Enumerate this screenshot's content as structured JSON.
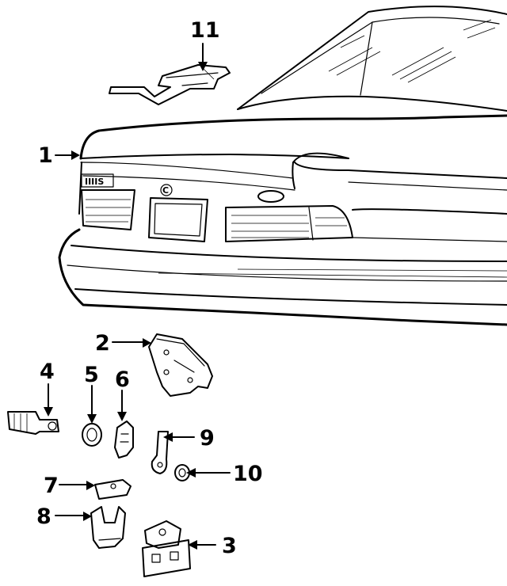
{
  "callouts": [
    {
      "id": "1",
      "label": "1"
    },
    {
      "id": "2",
      "label": "2"
    },
    {
      "id": "3",
      "label": "3"
    },
    {
      "id": "4",
      "label": "4"
    },
    {
      "id": "5",
      "label": "5"
    },
    {
      "id": "6",
      "label": "6"
    },
    {
      "id": "7",
      "label": "7"
    },
    {
      "id": "8",
      "label": "8"
    },
    {
      "id": "9",
      "label": "9"
    },
    {
      "id": "10",
      "label": "10"
    },
    {
      "id": "11",
      "label": "11"
    }
  ],
  "vehicle": {
    "trunk_badge": "IIIIS",
    "emblem": "C"
  }
}
